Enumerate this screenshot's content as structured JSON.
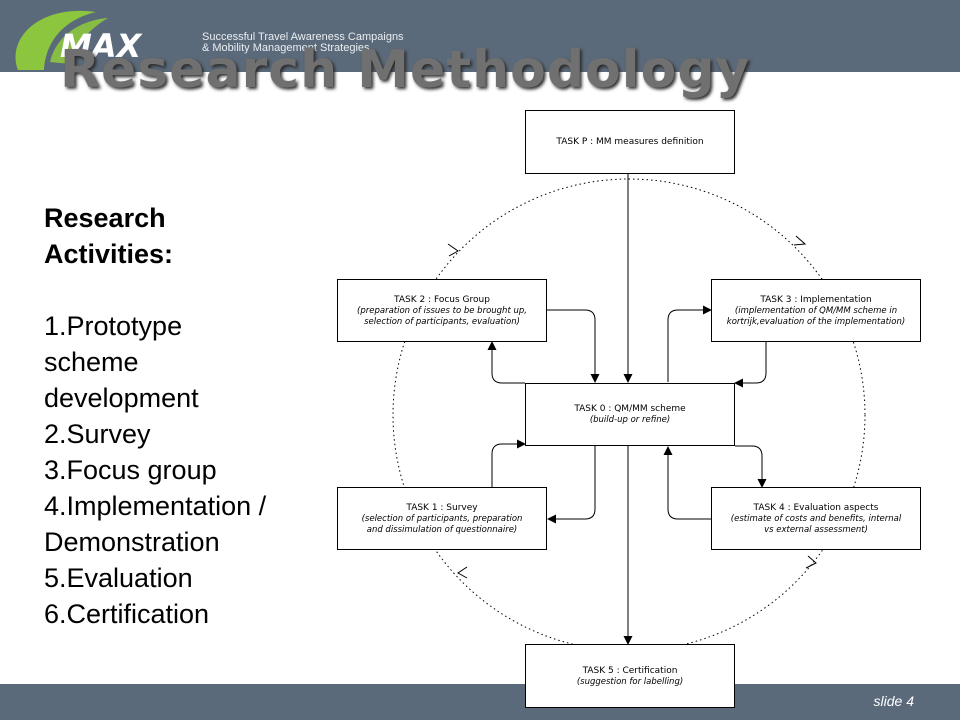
{
  "header": {
    "logo_text": "MAX",
    "tagline_line1": "Successful Travel Awareness Campaigns",
    "tagline_line2": "& Mobility Management Strategies",
    "title": "Research Methodology"
  },
  "activities": {
    "heading_line1": "Research",
    "heading_line2": "Activities:",
    "items": [
      {
        "line1": "1.Prototype",
        "line2": "scheme",
        "line3": "development"
      },
      {
        "line1": "2.Survey"
      },
      {
        "line1": "3.Focus group"
      },
      {
        "line1": "4.Implementation /",
        "line2": "Demonstration"
      },
      {
        "line1": "5.Evaluation"
      },
      {
        "line1": "6.Certification"
      }
    ]
  },
  "diagram": {
    "task_p": {
      "title": "TASK P : MM measures definition"
    },
    "task_2": {
      "title": "TASK 2 : Focus Group",
      "sub1": "(preparation of issues to be brought up,",
      "sub2": "selection of participants, evaluation)"
    },
    "task_3": {
      "title": "TASK 3 : Implementation",
      "sub1": "(implementation of QM/MM scheme in",
      "sub2": "kortrijk,evaluation of the implementation)"
    },
    "task_0": {
      "title": "TASK 0 : QM/MM scheme",
      "sub1": "(build-up or refine)"
    },
    "task_1": {
      "title": "TASK 1 : Survey",
      "sub1": "(selection of participants, preparation",
      "sub2": "and dissimulation of questionnaire)"
    },
    "task_4": {
      "title": "TASK 4 : Evaluation aspects",
      "sub1": "(estimate of costs and benefits, internal",
      "sub2": "vs external assessment)"
    },
    "task_5": {
      "title": "TASK 5 : Certification",
      "sub1": "(suggestion for labelling)"
    }
  },
  "footer": {
    "slide_label": "slide 4"
  },
  "colors": {
    "bar": "#5b6a7a",
    "logo_green": "#8cc63f",
    "title_gray": "#707070"
  }
}
